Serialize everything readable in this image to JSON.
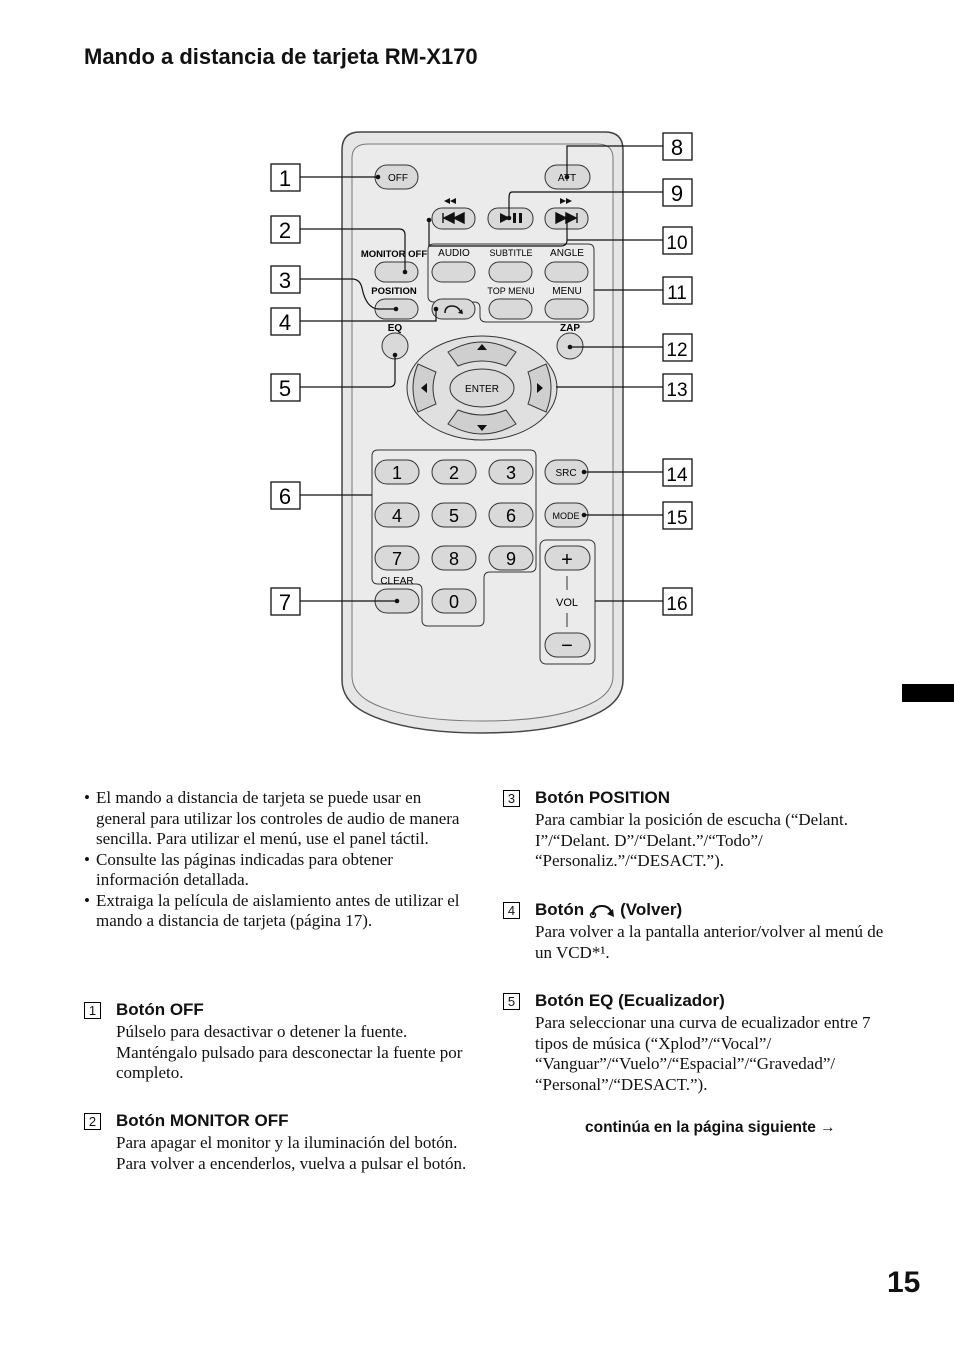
{
  "title": "Mando a distancia de tarjeta RM-X170",
  "remote": {
    "buttons": {
      "off": "OFF",
      "att": "ATT",
      "monitor_off": "MONITOR OFF",
      "audio": "AUDIO",
      "subtitle": "SUBTITLE",
      "angle": "ANGLE",
      "position": "POSITION",
      "top_menu": "TOP MENU",
      "menu": "MENU",
      "eq": "EQ",
      "zap": "ZAP",
      "enter": "ENTER",
      "src": "SRC",
      "mode": "MODE",
      "clear": "CLEAR",
      "vol": "VOL",
      "plus": "+",
      "minus": "−",
      "digits": [
        "1",
        "2",
        "3",
        "4",
        "5",
        "6",
        "7",
        "8",
        "9",
        "0"
      ]
    },
    "callouts": [
      "1",
      "2",
      "3",
      "4",
      "5",
      "6",
      "7",
      "8",
      "9",
      "10",
      "11",
      "12",
      "13",
      "14",
      "15",
      "16"
    ]
  },
  "bullets": [
    "El mando a distancia de tarjeta se puede usar en general para utilizar los controles de audio de manera sencilla. Para utilizar el menú, use el panel táctil.",
    "Consulte las páginas indicadas para obtener información detallada.",
    "Extraiga la película de aislamiento antes de utilizar el mando a distancia de tarjeta (página 17)."
  ],
  "items": [
    {
      "num": "1",
      "title": "Botón OFF",
      "text": "Púlselo para desactivar o detener la fuente. Manténgalo pulsado para desconectar la fuente por completo."
    },
    {
      "num": "2",
      "title": "Botón MONITOR OFF",
      "text": "Para apagar el monitor y la iluminación del botón. Para volver a encenderlos, vuelva a pulsar el botón."
    },
    {
      "num": "3",
      "title": "Botón POSITION",
      "text": "Para cambiar la posición de escucha (“Delant. I”/“Delant. D”/“Delant.”/“Todo”/ “Personaliz.”/“DESACT.”)."
    },
    {
      "num": "4",
      "title_pre": "Botón",
      "title_post": "(Volver)",
      "text": "Para volver a la pantalla anterior/volver al menú de un VCD*¹."
    },
    {
      "num": "5",
      "title": "Botón EQ (Ecualizador)",
      "text": "Para seleccionar una curva de ecualizador entre 7 tipos de música (“Xplod”/“Vocal”/ “Vanguar”/“Vuelo”/“Espacial”/“Gravedad”/ “Personal”/“DESACT.”)."
    }
  ],
  "continues": "continúa en la página siguiente →",
  "page_number": "15"
}
